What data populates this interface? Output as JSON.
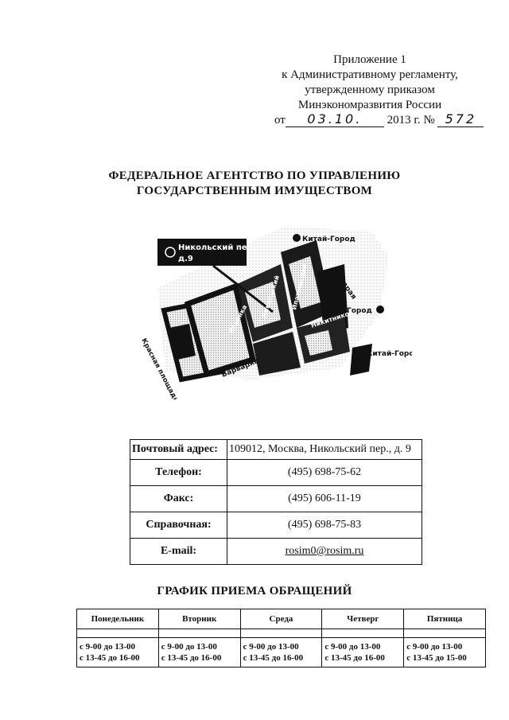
{
  "appendix": {
    "lines": [
      "Приложение 1",
      "к Административному регламенту,",
      "утвержденному приказом",
      "Минэкономразвития России"
    ],
    "date_prefix": "от",
    "date_value": "03.10.",
    "year_text": "2013 г. №",
    "number_value": "572"
  },
  "agency": {
    "line1": "ФЕДЕРАЛЬНОЕ АГЕНТСТВО ПО УПРАВЛЕНИЮ",
    "line2": "ГОСУДАРСТВЕННЫМ ИМУЩЕСТВОМ"
  },
  "map": {
    "callout_line1": "Никольский пер.",
    "callout_line2": "д.9",
    "metro_kitay_top": "Китай-Город",
    "metro_gorod": "Город",
    "metro_kitay_bottom": "Китай-Город",
    "street_staraya": "Старая",
    "street_krasnaya": "Красная площадь",
    "street_varvarka": "Варварка",
    "street_ilyinka": "Ильинка",
    "street_nikolsky": "Никольский",
    "street_ipatievsky": "Ипатьевский",
    "street_nikitnikov": "Никитников"
  },
  "contacts": [
    {
      "label": "Почтовый адрес:",
      "value": "109012, Москва, Никольский пер., д. 9"
    },
    {
      "label": "Телефон:",
      "value": "(495) 698-75-62"
    },
    {
      "label": "Факс:",
      "value": "(495) 606-11-19"
    },
    {
      "label": "Справочная:",
      "value": "(495) 698-75-83"
    },
    {
      "label": "E-mail:",
      "value": "rosim0@rosim.ru"
    }
  ],
  "schedule": {
    "title": "ГРАФИК ПРИЕМА ОБРАЩЕНИЙ",
    "days": [
      {
        "day": "Понедельник",
        "line1": "с 9-00 до 13-00",
        "line2": "с 13-45 до 16-00"
      },
      {
        "day": "Вторник",
        "line1": "с 9-00 до 13-00",
        "line2": "с 13-45 до 16-00"
      },
      {
        "day": "Среда",
        "line1": "с 9-00 до 13-00",
        "line2": "с 13-45 до 16-00"
      },
      {
        "day": "Четверг",
        "line1": "с 9-00 до 13-00",
        "line2": "с 13-45 до 16-00"
      },
      {
        "day": "Пятница",
        "line1": "с 9-00 до 13-00",
        "line2": "с 13-45 до 15-00"
      }
    ]
  }
}
